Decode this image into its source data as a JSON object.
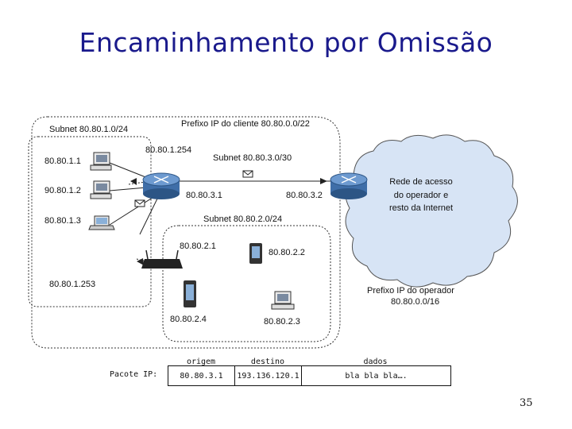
{
  "slide": {
    "title": "Encaminhamento por Omissão",
    "page_number": "35"
  },
  "network": {
    "customer_prefix": "Prefixo IP do cliente 80.80.0.0/22",
    "subnet_1": "Subnet 80.80.1.0/24",
    "subnet_1_gateway": "80.80.1.254",
    "subnet_3": "Subnet 80.80.3.0/30",
    "subnet_2": "Subnet 80.80.2.0/24",
    "hosts_subnet_1": [
      "80.80.1.1",
      "90.80.1.2",
      "80.80.1.3"
    ],
    "router_left_ip": "80.80.3.1",
    "router_right_ip": "80.80.3.2",
    "access_point_ip": "80.80.1.253",
    "subnet_2_hosts": [
      "80.80.2.1",
      "80.80.2.2",
      "80.80.2.4",
      "80.80.2.3"
    ],
    "cloud_line_1": "Rede de acesso",
    "cloud_line_2": "do operador e",
    "cloud_line_3": "resto da Internet",
    "operator_prefix_line_1": "Prefixo IP do operador",
    "operator_prefix_line_2": "80.80.0.0/16"
  },
  "packet": {
    "label": "Pacote IP:",
    "headers": [
      "origem",
      "destino",
      "dados"
    ],
    "values": [
      "80.80.3.1",
      "193.136.120.1",
      "bla bla bla…."
    ]
  }
}
